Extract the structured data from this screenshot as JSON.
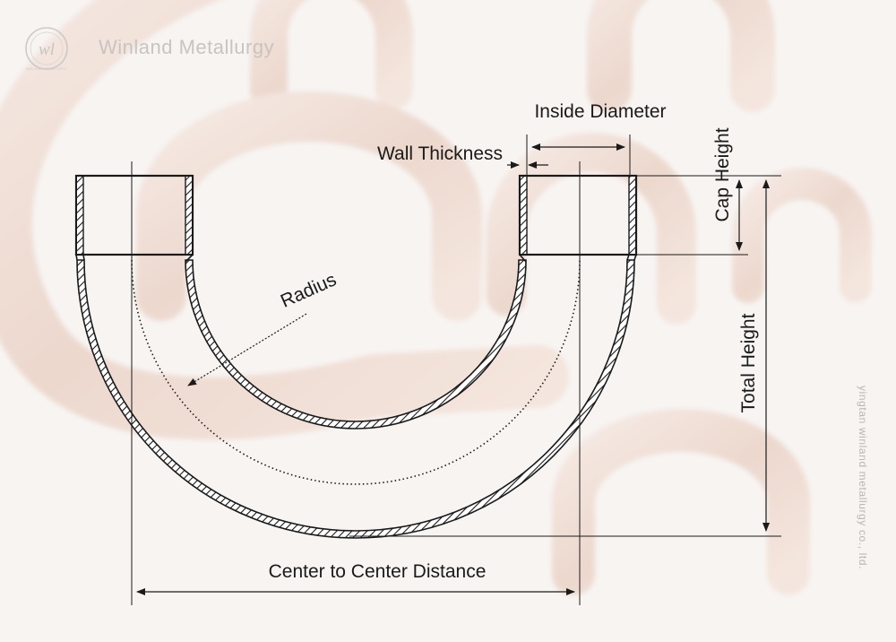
{
  "brand": {
    "name": "Winland Metallurgy",
    "logo_initials": "wl",
    "logo_ring_text": "WINLAND METALLURGY",
    "watermark_side": "yingtan winland metallurgy co., ltd."
  },
  "labels": {
    "inside_diameter": "Inside Diameter",
    "wall_thickness": "Wall Thickness",
    "cap_height": "Cap Height",
    "radius": "Radius",
    "total_height": "Total Height",
    "center_to_center": "Center to Center Distance"
  },
  "colors": {
    "ink": "#1a1a1a",
    "copper_background": "#e6cfc4",
    "wash": "#ffffff"
  },
  "icons": {
    "logo": "winland-logo-icon"
  }
}
